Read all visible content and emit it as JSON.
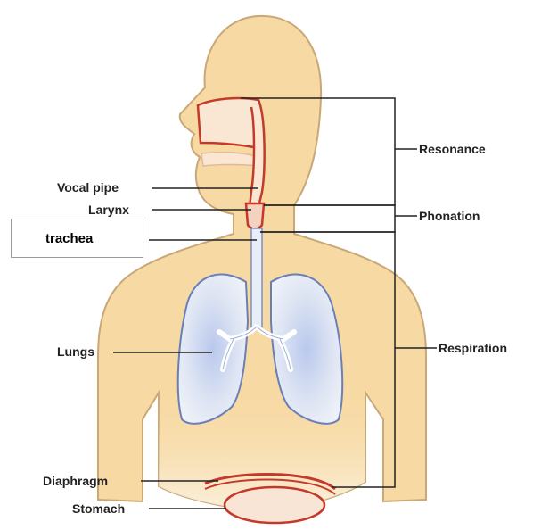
{
  "labels": {
    "vocal_pipe": "Vocal pipe",
    "larynx": "Larynx",
    "trachea": "trachea",
    "lungs": "Lungs",
    "diaphragm": "Diaphragm",
    "stomach": "Stomach",
    "resonance": "Resonance",
    "phonation": "Phonation",
    "respiration": "Respiration"
  },
  "colors": {
    "skin": "#f7d9a3",
    "skin_outline": "#c9a878",
    "lung_fill": "#dfe6f4",
    "lung_outline": "#6a7fb6",
    "airway": "#c43a2a",
    "leader": "#222222"
  }
}
